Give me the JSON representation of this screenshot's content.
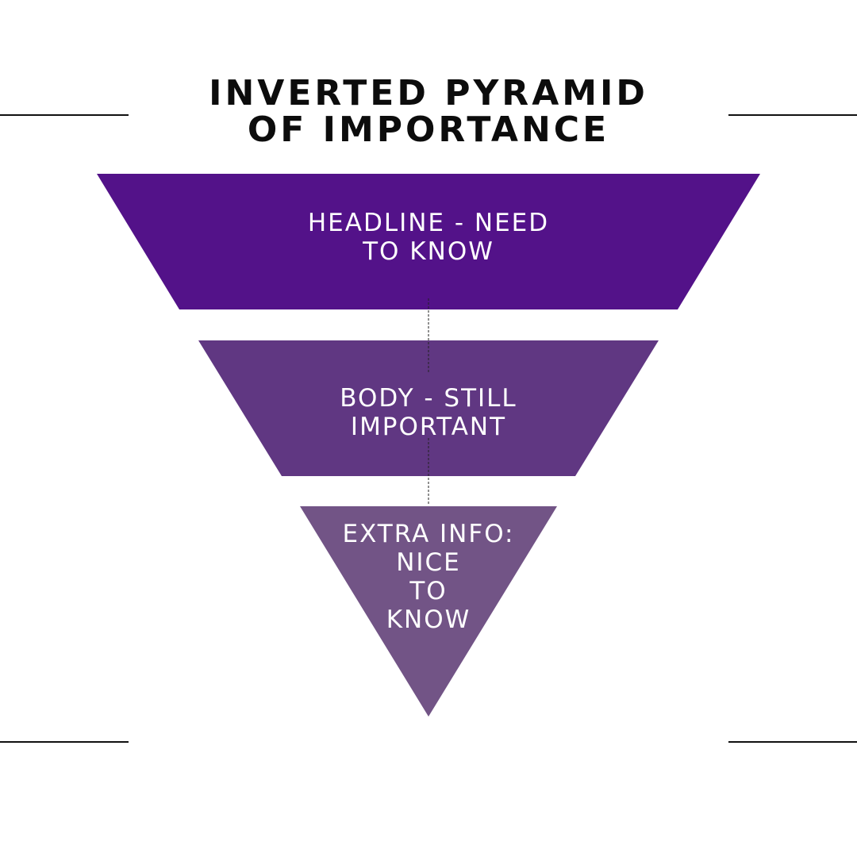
{
  "title": {
    "line1": "INVERTED PYRAMID",
    "line2": "OF IMPORTANCE"
  },
  "levels": [
    {
      "lines": [
        "HEADLINE - NEED",
        "TO KNOW"
      ],
      "color": "#531289"
    },
    {
      "lines": [
        "BODY - STILL",
        "IMPORTANT"
      ],
      "color": "#603782"
    },
    {
      "lines": [
        "EXTRA INFO:",
        "NICE",
        "TO",
        "KNOW"
      ],
      "color": "#725486"
    }
  ]
}
